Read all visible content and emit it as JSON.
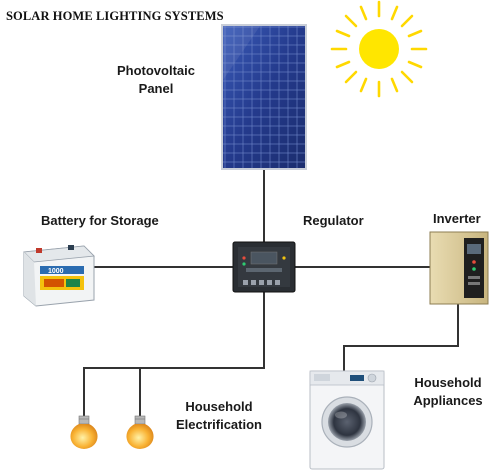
{
  "title": "SOLAR HOME LIGHTING SYSTEMS",
  "components": {
    "photovoltaic_panel": {
      "line1": "Photovoltaic",
      "line2": "Panel"
    },
    "battery": {
      "label": "Battery for Storage",
      "case_text": "1000"
    },
    "regulator": {
      "label": "Regulator"
    },
    "inverter": {
      "label": "Inverter"
    },
    "electrification": {
      "line1": "Household",
      "line2": "Electrification"
    },
    "appliances": {
      "line1": "Household",
      "line2": "Appliances"
    }
  },
  "colors": {
    "panel_cell": "#2a3f8f",
    "sun": "#ffe600",
    "sun_ray": "#ffd800",
    "wire": "#333333",
    "bulb": "#f5a623",
    "battery_case": "#f2f4f5",
    "inverter_body": "#d9c99a"
  }
}
